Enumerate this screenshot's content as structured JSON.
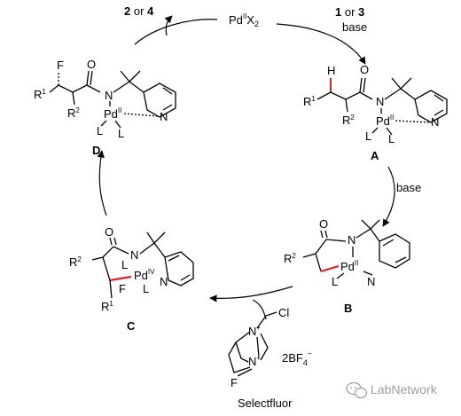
{
  "reagents": {
    "top_left": {
      "num1": "2",
      "or": " or ",
      "num2": "4"
    },
    "top_center": {
      "pd": "Pd",
      "ox": "II",
      "x": "X",
      "sub": "2"
    },
    "top_right": {
      "num1": "1",
      "or": " or ",
      "num2": "3",
      "base": "base"
    },
    "right_middle": {
      "base": "base"
    },
    "selectfluor": {
      "name": "Selectfluor",
      "counterion_prefix": "2BF",
      "counterion_sub": "4",
      "counterion_sup": "–",
      "cl": "Cl",
      "n_plus": "N",
      "plus": "+",
      "f": "F"
    }
  },
  "compounds": {
    "A": {
      "label": "A",
      "h": "H",
      "r1": "R",
      "r1_sup": "1",
      "r2": "R",
      "r2_sup": "2",
      "n": "N",
      "o": "O",
      "pd": "Pd",
      "pd_ox": "II",
      "l1": "L",
      "l2": "L"
    },
    "B": {
      "label": "B",
      "r2": "R",
      "r2_sup": "2",
      "n": "N",
      "o": "O",
      "pd": "Pd",
      "pd_ox": "II",
      "l": "L"
    },
    "C": {
      "label": "C",
      "r2": "R",
      "r2_sup": "2",
      "r1": "R",
      "r1_sup": "1",
      "n": "N",
      "o": "O",
      "pd": "Pd",
      "pd_ox": "IV",
      "l1": "L",
      "l2": "L",
      "f": "F"
    },
    "D": {
      "label": "D",
      "f": "F",
      "r1": "R",
      "r1_sup": "1",
      "r2": "R",
      "r2_sup": "2",
      "n": "N",
      "o": "O",
      "pd": "Pd",
      "pd_ox": "II",
      "l1": "L",
      "l2": "L"
    }
  },
  "watermark": {
    "text": "LabNetwork"
  },
  "colors": {
    "highlight_bond": "#e0201b",
    "ink": "#000000",
    "watermark": "#8c8c8c"
  }
}
